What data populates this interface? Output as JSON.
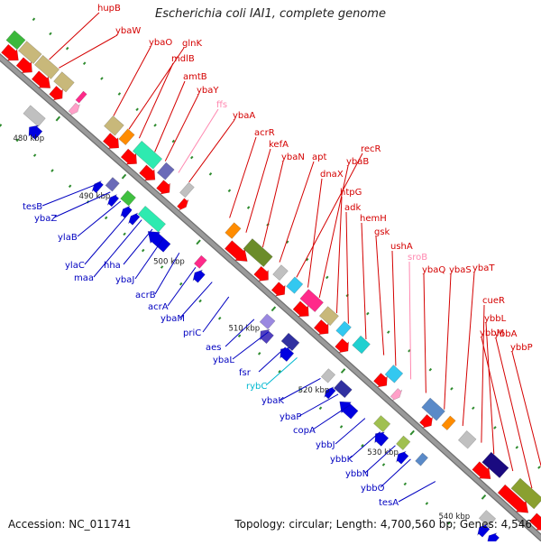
{
  "title": "Escherichia coli IAI1, complete genome",
  "footer": {
    "accession": "Accession: NC_011741",
    "topology": "Topology: circular; Length: 4,700,560 bp; Genes: 4,546"
  },
  "colors": {
    "backbone": "#9a9a9a",
    "forward_label": "#d40000",
    "reverse_label": "#0000c0",
    "rna_label_forward": "#ff88b0",
    "rna_label_reverse": "#00b8d0",
    "tick": "#2e8b2e"
  },
  "ticks": [
    "480 kbp",
    "490 kbp",
    "500 kbp",
    "510 kbp",
    "520 kbp",
    "530 kbp",
    "540 kbp"
  ],
  "forward_genes": [
    "hupB",
    "ybaW",
    "ybaO",
    "glnK",
    "mdlB",
    "amtB",
    "ybaY",
    "ffs",
    "ybaA",
    "acrR",
    "kefA",
    "ybaN",
    "apt",
    "recR",
    "dnaX",
    "ybaB",
    "htpG",
    "adk",
    "hemH",
    "gsk",
    "ushA",
    "sroB",
    "ybaQ",
    "ybaS",
    "ybaT",
    "cueR",
    "ybbL",
    "ybbM",
    "ybbA",
    "ybbP"
  ],
  "reverse_genes": [
    "tesB",
    "ybaZ",
    "ylaB",
    "ylaC",
    "maa",
    "hha",
    "ybaJ",
    "acrB",
    "acrA",
    "ybaM",
    "priC",
    "aes",
    "ybaL",
    "fsr",
    "rybC",
    "ybaK",
    "ybaP",
    "copA",
    "ybbJ",
    "ybbK",
    "ybbN",
    "ybbO",
    "tesA"
  ]
}
